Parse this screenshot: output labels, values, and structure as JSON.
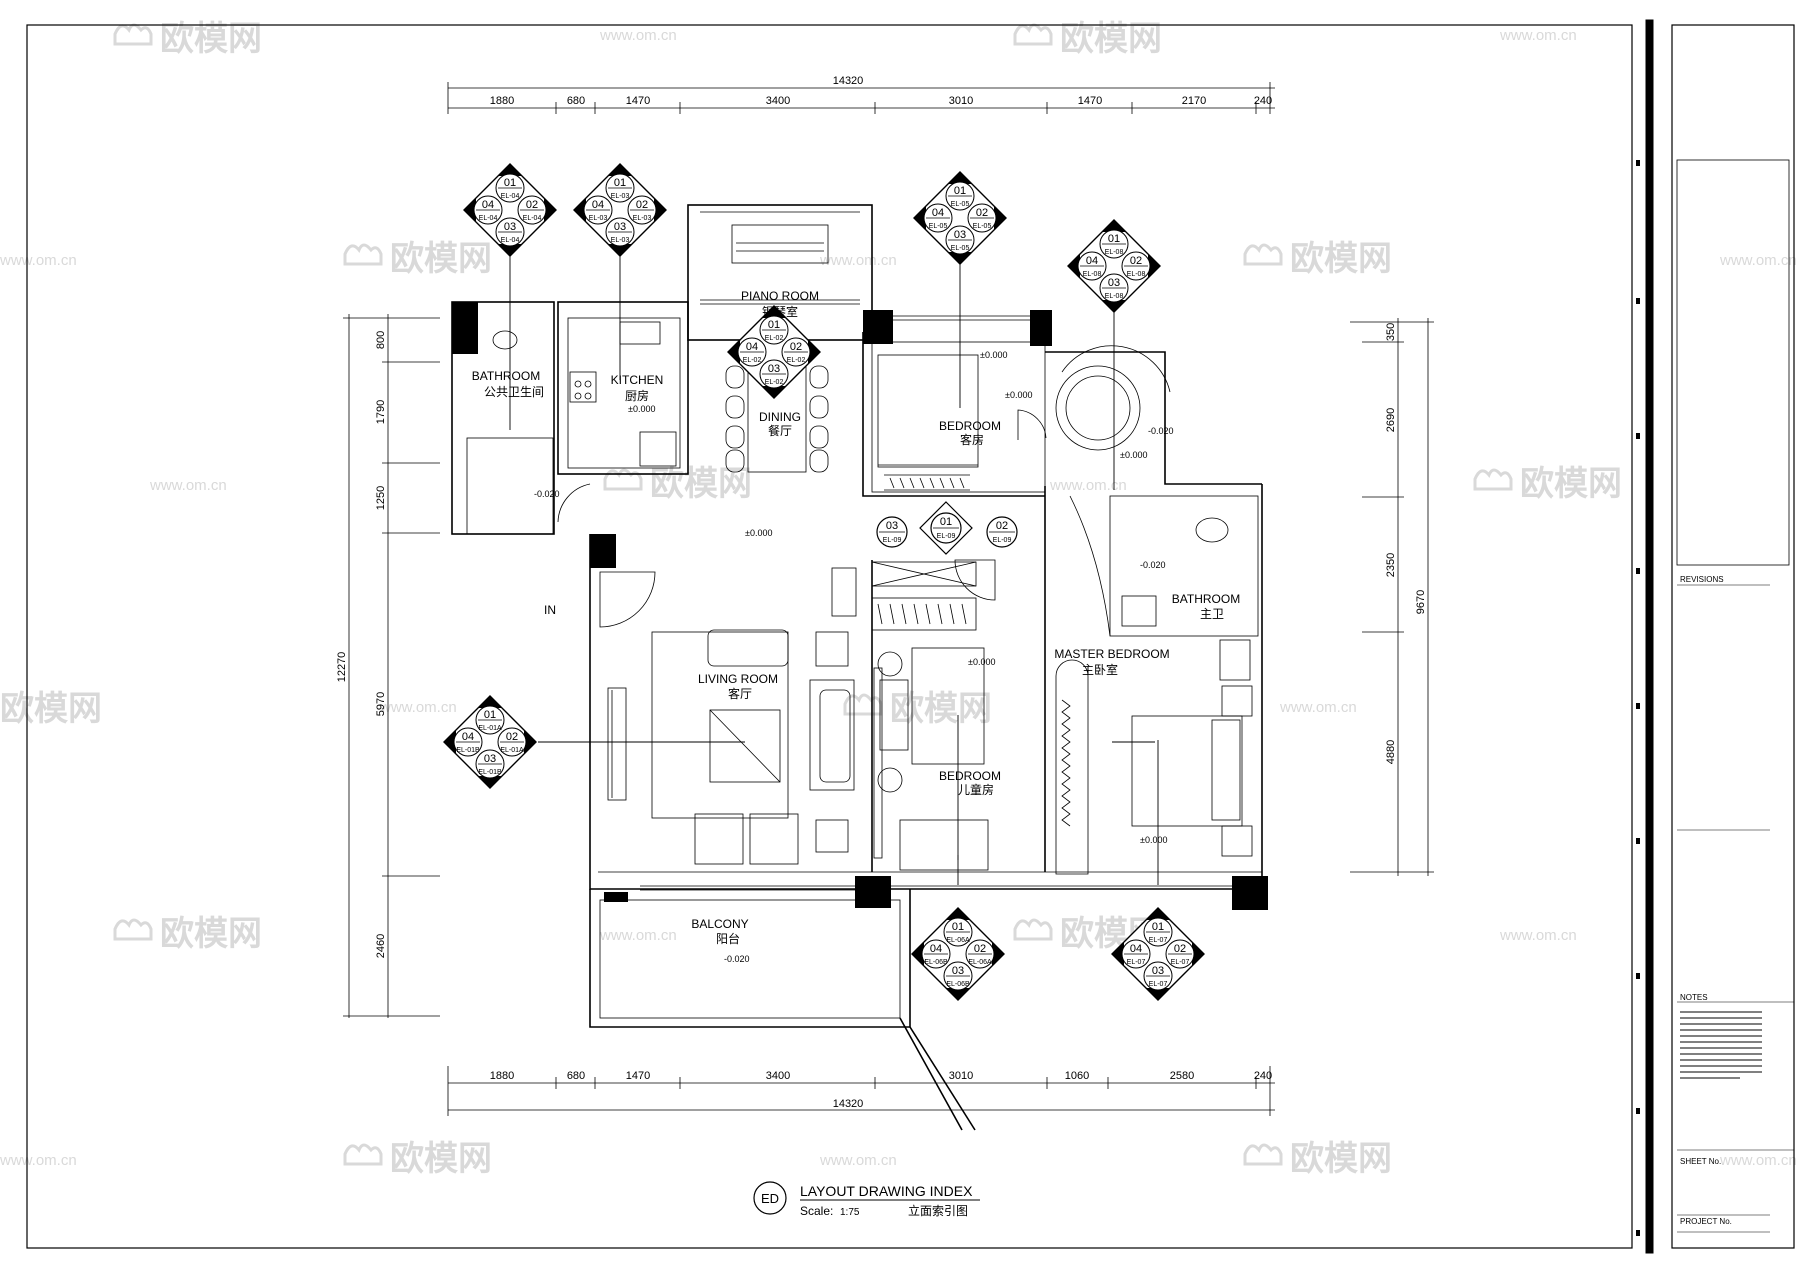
{
  "title_block": {
    "index_title": "LAYOUT DRAWING INDEX",
    "scale_label": "Scale:",
    "scale_value": "1:75",
    "index_title_cn": "立面索引图",
    "bubble_label": "ED",
    "revisions_label": "REVISIONS",
    "notes_label": "NOTES",
    "sheet_no_label": "SHEET No.",
    "project_no_label": "PROJECT No."
  },
  "watermark": {
    "logo_text": "欧模网",
    "url_text": "www.om.cn"
  },
  "dimensions": {
    "top_total": "14320",
    "top_segments": [
      "1880",
      "680",
      "1470",
      "3400",
      "3010",
      "1470",
      "2170",
      "240"
    ],
    "bottom_total": "14320",
    "bottom_segments": [
      "1880",
      "680",
      "1470",
      "3400",
      "3010",
      "1060",
      "2580",
      "240"
    ],
    "left_total": "12270",
    "left_segments": [
      "800",
      "1790",
      "1250",
      "5970",
      "2460"
    ],
    "right_total": "9670",
    "right_segments": [
      "350",
      "2690",
      "2350",
      "4880"
    ]
  },
  "rooms": {
    "piano_en": "PIANO ROOM",
    "piano_cn": "钢琴室",
    "kitchen_en": "KITCHEN",
    "kitchen_cn": "厨房",
    "bath_en": "BATHROOM",
    "bath_cn": "公共卫生间",
    "dining_en": "DINING",
    "dining_cn": "餐厅",
    "guest_en": "BEDROOM",
    "guest_cn": "客房",
    "living_en": "LIVING ROOM",
    "living_cn": "客厅",
    "child_en": "BEDROOM",
    "child_cn": "儿童房",
    "master_en": "MASTER BEDROOM",
    "master_cn": "主卧室",
    "mbath_en": "BATHROOM",
    "mbath_cn": "主卫",
    "balcony_en": "BALCONY",
    "balcony_cn": "阳台",
    "entry": "IN"
  },
  "levels": {
    "kitchen": "±0.000",
    "guest": "±0.000",
    "bath": "-0.020",
    "hall": "±0.000",
    "child": "±0.000",
    "master": "±0.000",
    "mbath": "-0.020",
    "mbath2": "-0.020",
    "balcony": "-0.020",
    "corner1": "±0.000",
    "corner2": "±0.000"
  },
  "index_markers": [
    {
      "n": "01",
      "e": "02",
      "s": "03",
      "w": "04",
      "cn": "EL-04",
      "ce": "EL-04",
      "cs": "EL-04",
      "cw": "EL-04"
    },
    {
      "n": "01",
      "e": "02",
      "s": "03",
      "w": "04",
      "cn": "EL-03",
      "ce": "EL-03",
      "cs": "EL-03",
      "cw": "EL-03"
    },
    {
      "n": "01",
      "e": "02",
      "s": "03",
      "w": "04",
      "cn": "EL-05",
      "ce": "EL-05",
      "cs": "EL-05",
      "cw": "EL-05"
    },
    {
      "n": "01",
      "e": "02",
      "s": "03",
      "w": "04",
      "cn": "EL-08",
      "ce": "EL-08",
      "cs": "EL-08",
      "cw": "EL-08"
    },
    {
      "n": "01",
      "e": "02",
      "s": "03",
      "w": "04",
      "cn": "EL-02",
      "ce": "EL-02",
      "cs": "EL-02",
      "cw": "EL-02"
    },
    {
      "n": "01",
      "e": "02",
      "s": "03",
      "w": "04",
      "cn": "EL-01A",
      "ce": "EL-01A",
      "cs": "EL-01B",
      "cw": "EL-01B"
    },
    {
      "n": "01",
      "e": "02",
      "s": "03",
      "w": "04",
      "cn": "EL-06A",
      "ce": "EL-06A",
      "cs": "EL-06B",
      "cw": "EL-06B"
    },
    {
      "n": "01",
      "e": "02",
      "s": "03",
      "w": "04",
      "cn": "EL-07",
      "ce": "EL-07",
      "cs": "EL-07",
      "cw": "EL-07"
    }
  ],
  "single_markers": [
    {
      "num": "03",
      "code": "EL-09"
    },
    {
      "num": "01",
      "code": "EL-09"
    },
    {
      "num": "02",
      "code": "EL-09"
    }
  ]
}
